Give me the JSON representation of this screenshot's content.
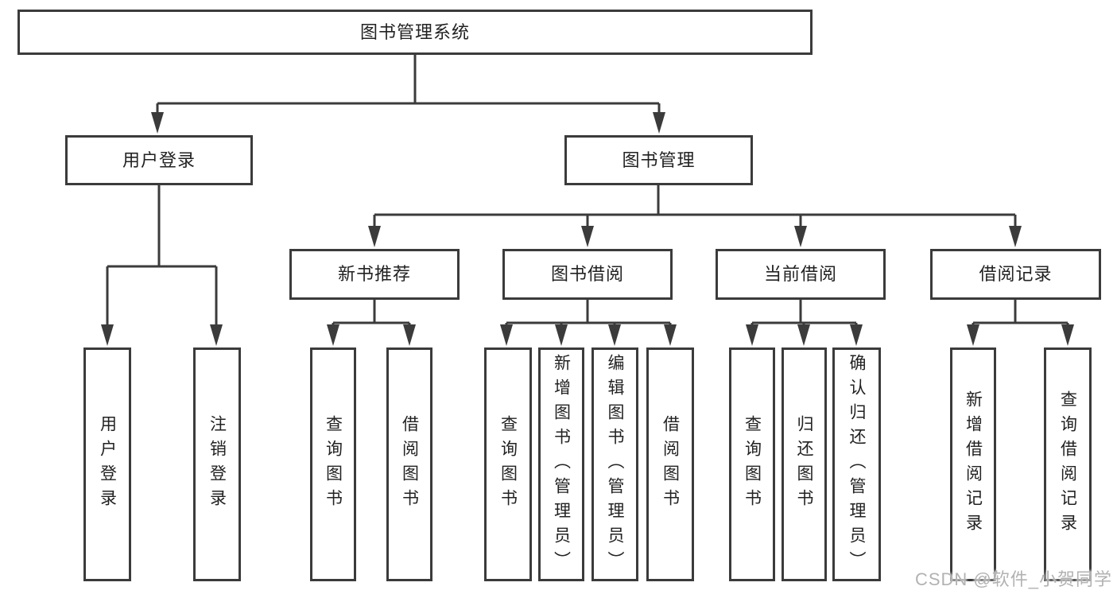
{
  "diagram": {
    "type": "functional-structure-tree",
    "root": {
      "label": "图书管理系统"
    },
    "level2": [
      {
        "label": "用户登录",
        "parent": "图书管理系统"
      },
      {
        "label": "图书管理",
        "parent": "图书管理系统"
      }
    ],
    "level3": [
      {
        "label": "新书推荐",
        "parent": "图书管理"
      },
      {
        "label": "图书借阅",
        "parent": "图书管理"
      },
      {
        "label": "当前借阅",
        "parent": "图书管理"
      },
      {
        "label": "借阅记录",
        "parent": "图书管理"
      }
    ],
    "leaves": [
      {
        "label": "用户登录",
        "parent": "用户登录"
      },
      {
        "label": "注销登录",
        "parent": "用户登录"
      },
      {
        "label": "查询图书",
        "parent": "新书推荐"
      },
      {
        "label": "借阅图书",
        "parent": "新书推荐"
      },
      {
        "label": "查询图书",
        "parent": "图书借阅"
      },
      {
        "label": "新增图书（管理员）",
        "parent": "图书借阅"
      },
      {
        "label": "编辑图书（管理员）",
        "parent": "图书借阅"
      },
      {
        "label": "借阅图书",
        "parent": "图书借阅"
      },
      {
        "label": "查询图书",
        "parent": "当前借阅"
      },
      {
        "label": "归还图书",
        "parent": "当前借阅"
      },
      {
        "label": "确认归还（管理员）",
        "parent": "当前借阅"
      },
      {
        "label": "新增借阅记录",
        "parent": "借阅记录"
      },
      {
        "label": "查询借阅记录",
        "parent": "借阅记录"
      }
    ]
  },
  "watermark": {
    "text": "CSDN @软件_小贺同学"
  },
  "colors": {
    "line": "#3b3b3b",
    "box_border": "#3b3b3b",
    "text": "#222222",
    "watermark": "#b2b2b2",
    "background": "#ffffff"
  }
}
